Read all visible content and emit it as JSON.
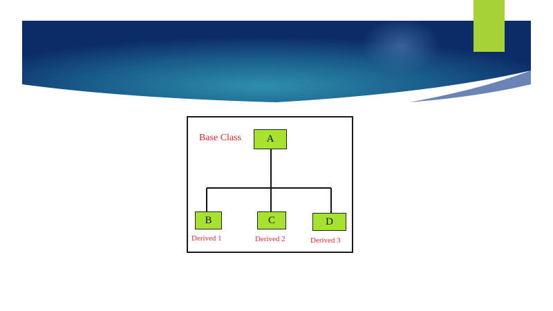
{
  "slide": {
    "background": "#ffffff",
    "accent_color": "#a6d237"
  },
  "header": {
    "gradient_colors": [
      "#0d3873",
      "#2a8aa8",
      "#0c2a66"
    ]
  },
  "diagram": {
    "base_label": "Base Class",
    "nodes": {
      "a": "A",
      "b": "B",
      "c": "C",
      "d": "D"
    },
    "derived_labels": {
      "d1": "Derived 1",
      "d2": "Derived 2",
      "d3": "Derived 3"
    },
    "node_color": "#a6e22e",
    "label_color": "#e0262c",
    "line_color": "#111111"
  }
}
